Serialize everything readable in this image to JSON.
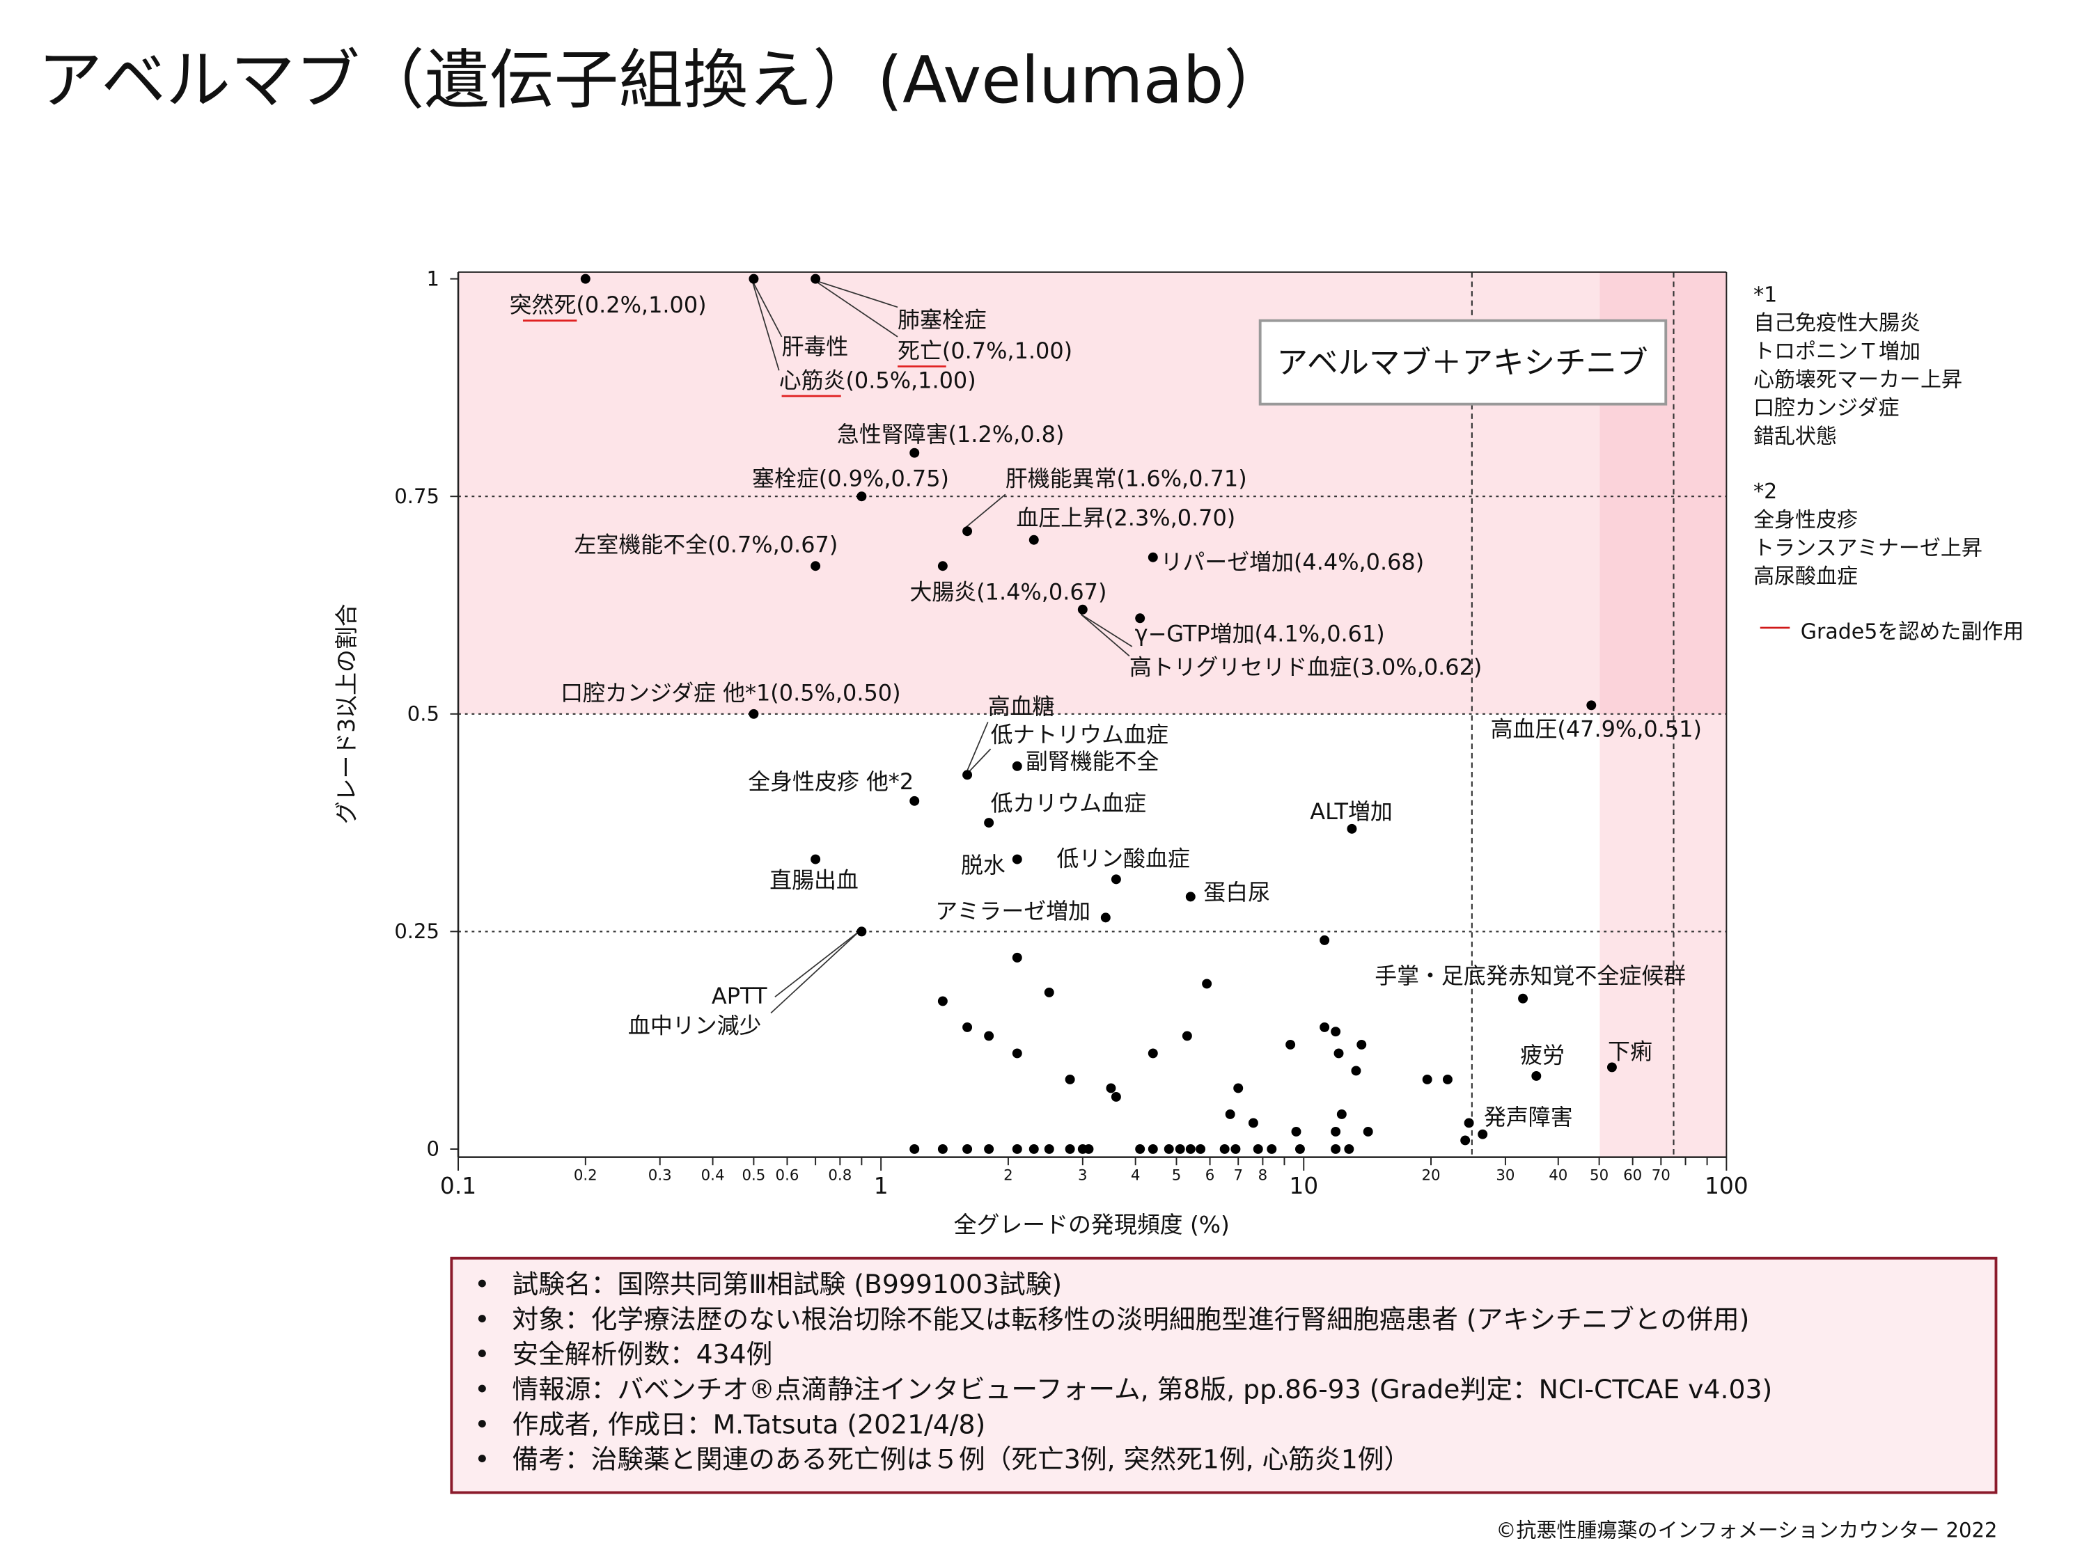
{
  "title": "アベルマブ（遺伝子組換え）(Avelumab）",
  "chart_box_label": "アベルマブ＋アキシチニブ",
  "chart_data": {
    "type": "scatter",
    "xlabel": "全グレードの発現頻度 (%)",
    "ylabel": "グレード3以上の割合",
    "xscale": "log",
    "xlim": [
      0.1,
      100
    ],
    "ylim": [
      0,
      1
    ],
    "yticks": [
      "1",
      "0.75",
      "0.5",
      "0.25",
      "0"
    ],
    "yticks_values": [
      1,
      0.75,
      0.5,
      0.25,
      0
    ],
    "xticks_major": [
      "0.1",
      "1",
      "10",
      "100"
    ],
    "xticks_major_values": [
      0.1,
      1,
      10,
      100
    ],
    "xticks_minor": [
      "0.2",
      "0.3",
      "0.4",
      "0.5",
      "0.6",
      "0.8",
      "2",
      "3",
      "4",
      "5",
      "6",
      "7",
      "8",
      "20",
      "30",
      "40",
      "50",
      "60",
      "70"
    ],
    "xticks_minor_values": [
      0.2,
      0.3,
      0.4,
      0.5,
      0.6,
      0.8,
      2,
      3,
      4,
      5,
      6,
      7,
      8,
      20,
      30,
      40,
      50,
      60,
      70
    ],
    "reference_lines": {
      "y": [
        0.25,
        0.5,
        0.75
      ],
      "x": [
        25,
        75
      ]
    },
    "highlight_regions": [
      {
        "y_min": 0.5
      },
      {
        "x_min": 50
      }
    ],
    "colors": {
      "highlight": "#fde4e8",
      "highlight_overlap": "#fbd3da",
      "points": "#000000",
      "grade5_underline": "#e02020"
    },
    "labels": [
      {
        "text": "突然死(0.2%,1.00)",
        "grade5": true
      },
      {
        "text": "肝毒性"
      },
      {
        "text": "心筋炎(0.5%,1.00)",
        "grade5": true
      },
      {
        "text": "肺塞栓症"
      },
      {
        "text": "死亡(0.7%,1.00)",
        "grade5": true
      },
      {
        "text": "急性腎障害(1.2%,0.8)"
      },
      {
        "text": "塞栓症(0.9%,0.75)"
      },
      {
        "text": "肝機能異常(1.6%,0.71)"
      },
      {
        "text": "血圧上昇(2.3%,0.70)"
      },
      {
        "text": "左室機能不全(0.7%,0.67)"
      },
      {
        "text": "リパーゼ増加(4.4%,0.68)"
      },
      {
        "text": "大腸炎(1.4%,0.67)"
      },
      {
        "text": "γ−GTP増加(4.1%,0.61)"
      },
      {
        "text": "高トリグリセリド血症(3.0%,0.62)"
      },
      {
        "text": "口腔カンジダ症 他*1(0.5%,0.50)"
      },
      {
        "text": "高血糖"
      },
      {
        "text": "低ナトリウム血症"
      },
      {
        "text": "副腎機能不全"
      },
      {
        "text": "全身性皮疹 他*2"
      },
      {
        "text": "低カリウム血症"
      },
      {
        "text": "ALT増加"
      },
      {
        "text": "脱水"
      },
      {
        "text": "低リン酸血症"
      },
      {
        "text": "直腸出血"
      },
      {
        "text": "蛋白尿"
      },
      {
        "text": "アミラーゼ増加"
      },
      {
        "text": "APTT"
      },
      {
        "text": "血中リン減少"
      },
      {
        "text": "手掌・足底発赤知覚不全症候群"
      },
      {
        "text": "疲労"
      },
      {
        "text": "下痢"
      },
      {
        "text": "発声障害"
      },
      {
        "text": "高血圧(47.9%,0.51)"
      }
    ],
    "points": [
      [
        0.2,
        1.0
      ],
      [
        0.5,
        1.0
      ],
      [
        0.7,
        1.0
      ],
      [
        1.2,
        0.8
      ],
      [
        0.9,
        0.75
      ],
      [
        1.6,
        0.71
      ],
      [
        2.3,
        0.7
      ],
      [
        0.7,
        0.67
      ],
      [
        1.4,
        0.67
      ],
      [
        4.4,
        0.68
      ],
      [
        4.1,
        0.61
      ],
      [
        3.0,
        0.62
      ],
      [
        0.5,
        0.5
      ],
      [
        47.9,
        0.51
      ],
      [
        1.6,
        0.43
      ],
      [
        2.1,
        0.44
      ],
      [
        1.2,
        0.4
      ],
      [
        1.8,
        0.375
      ],
      [
        2.1,
        0.333
      ],
      [
        0.7,
        0.333
      ],
      [
        3.6,
        0.31
      ],
      [
        5.4,
        0.29
      ],
      [
        3.4,
        0.266
      ],
      [
        13,
        0.368
      ],
      [
        0.9,
        0.25
      ],
      [
        33,
        0.173
      ],
      [
        35.5,
        0.084
      ],
      [
        53.6,
        0.094
      ],
      [
        26.5,
        0.017
      ],
      [
        2.1,
        0.22
      ],
      [
        1.4,
        0.17
      ],
      [
        2.5,
        0.18
      ],
      [
        1.6,
        0.14
      ],
      [
        1.8,
        0.13
      ],
      [
        2.1,
        0.11
      ],
      [
        2.8,
        0.08
      ],
      [
        3.5,
        0.07
      ],
      [
        3.6,
        0.06
      ],
      [
        4.4,
        0.11
      ],
      [
        5.3,
        0.13
      ],
      [
        5.9,
        0.19
      ],
      [
        7.0,
        0.07
      ],
      [
        6.7,
        0.04
      ],
      [
        7.6,
        0.03
      ],
      [
        9.3,
        0.12
      ],
      [
        9.6,
        0.02
      ],
      [
        11.2,
        0.24
      ],
      [
        11.2,
        0.14
      ],
      [
        11.9,
        0.135
      ],
      [
        12.1,
        0.11
      ],
      [
        13.7,
        0.12
      ],
      [
        12.3,
        0.04
      ],
      [
        11.9,
        0.02
      ],
      [
        13.3,
        0.09
      ],
      [
        14.2,
        0.02
      ],
      [
        19.6,
        0.08
      ],
      [
        21.9,
        0.08
      ],
      [
        24.6,
        0.03
      ],
      [
        24.1,
        0.01
      ],
      [
        1.2,
        0
      ],
      [
        1.4,
        0
      ],
      [
        1.6,
        0
      ],
      [
        1.8,
        0
      ],
      [
        2.1,
        0
      ],
      [
        2.3,
        0
      ],
      [
        2.5,
        0
      ],
      [
        2.8,
        0
      ],
      [
        3.0,
        0
      ],
      [
        3.1,
        0
      ],
      [
        4.1,
        0
      ],
      [
        4.4,
        0
      ],
      [
        4.8,
        0
      ],
      [
        5.1,
        0
      ],
      [
        5.4,
        0
      ],
      [
        5.7,
        0
      ],
      [
        6.5,
        0
      ],
      [
        6.9,
        0
      ],
      [
        7.8,
        0
      ],
      [
        8.4,
        0
      ],
      [
        9.8,
        0
      ],
      [
        11.9,
        0
      ],
      [
        12.8,
        0
      ]
    ]
  },
  "notes": {
    "note1_mark": "*1",
    "note1_items": [
      "自己免疫性大腸炎",
      "トロポニンＴ増加",
      "心筋壊死マーカー上昇",
      "口腔カンジダ症",
      "錯乱状態"
    ],
    "note2_mark": "*2",
    "note2_items": [
      "全身性皮疹",
      "トランスアミナーゼ上昇",
      "高尿酸血症"
    ],
    "legend_grade5": "Grade5を認めた副作用"
  },
  "info_box": {
    "bullet": "•",
    "lines": [
      "試験名：国際共同第Ⅲ相試験 (B9991003試験)",
      "対象：化学療法歴のない根治切除不能又は転移性の淡明細胞型進行腎細胞癌患者 (アキシチニブとの併用)",
      "安全解析例数：434例",
      "情報源：バベンチオ®点滴静注インタビューフォーム, 第8版, pp.86-93 (Grade判定：NCI-CTCAE v4.03)",
      "作成者, 作成日：M.Tatsuta (2021/4/8)",
      "備考：治験薬と関連のある死亡例は５例（死亡3例, 突然死1例, 心筋炎1例）"
    ]
  },
  "copyright": "©抗悪性腫瘍薬のインフォメーションカウンター  2022"
}
